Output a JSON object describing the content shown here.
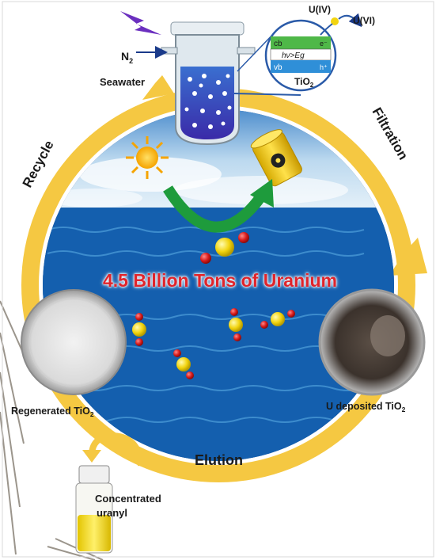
{
  "headline": "4.5 Billion Tons of Uranium",
  "labels": {
    "n2": "N",
    "n2_sub": "2",
    "seawater": "Seawater",
    "u4": "U(IV)",
    "u6": "U(VI)",
    "tio2_prefix": "TiO",
    "tio2_sub": "2",
    "cb": "cb",
    "vb": "vb",
    "hv": "hν>Eg",
    "electron": "e⁻",
    "hole": "h⁺",
    "recycle": "Recycle",
    "filtration": "Filtration",
    "elution": "Elution",
    "regenerated_prefix": "Regenerated TiO",
    "regenerated_sub": "2",
    "deposited_prefix": "U deposited TiO",
    "deposited_sub": "2",
    "concentrated_line1": "Concentrated",
    "concentrated_line2": "uranyl"
  },
  "colors": {
    "arrow_yellow": "#f5c842",
    "headline_red": "#e0242b",
    "sea_deep": "#0d4f9a",
    "sky": "#7fb8e6",
    "water_purple": "#4b3fb5",
    "cb_green": "#4fb848",
    "vb_blue": "#2f8fd8",
    "uranyl_yellow": "#f2d40f",
    "oxygen_red": "#d81b1b"
  },
  "icons": [
    "lightning-icon",
    "sun-icon",
    "radioactive-barrel-icon",
    "green-curved-arrow-icon"
  ]
}
